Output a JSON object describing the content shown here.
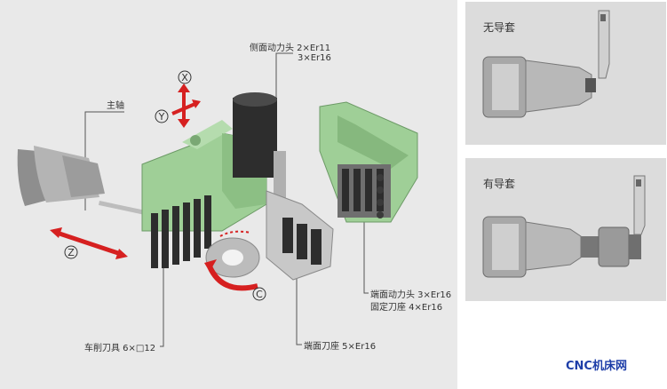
{
  "labels": {
    "spindle": "主轴",
    "side_live_head": "侧面动力头 2×Er11",
    "side_live_head_2": "3×Er16",
    "turning_tools": "车削刀具 6×□12",
    "end_tool_holder": "端面刀座 5×Er16",
    "end_live_head": "端面动力头 3×Er16",
    "fixed_tool_holder": "固定刀座 4×Er16"
  },
  "axes": {
    "x": "X",
    "y": "Y",
    "z": "Z",
    "c": "C"
  },
  "side_panels": {
    "top_title": "无导套",
    "bottom_title": "有导套"
  },
  "brand": "CNC机床网",
  "colors": {
    "machine_green": "#9fcf97",
    "dark_tool": "#2d2d2d",
    "arrow_red": "#d62020",
    "metal": "#a9a9a9",
    "brand_blue": "#1e3ea8"
  }
}
